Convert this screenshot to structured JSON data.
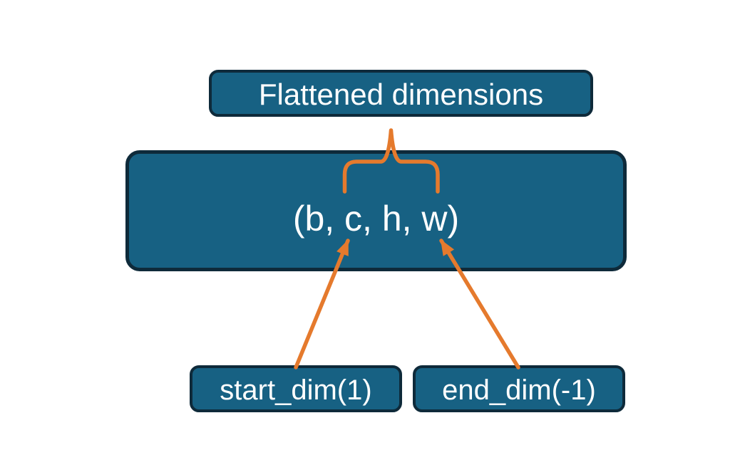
{
  "diagram": {
    "nodes": {
      "flattened": {
        "label": "Flattened dimensions"
      },
      "tensor": {
        "label": "(b, c, h, w)"
      },
      "start_dim": {
        "label": "start_dim(1)"
      },
      "end_dim": {
        "label": "end_dim(-1)"
      }
    },
    "connectors": {
      "brace": {
        "type": "overbrace",
        "spans": "c, h, w",
        "points_to": "Flattened dimensions"
      },
      "start_arrow": {
        "type": "arrow",
        "from": "start_dim(1)",
        "to": "c"
      },
      "end_arrow": {
        "type": "arrow",
        "from": "end_dim(-1)",
        "to": "w"
      }
    },
    "colors": {
      "node_fill": "#176183",
      "node_border": "#0e2a3a",
      "accent_orange": "#e57a2d",
      "text_color": "#ffffff",
      "background": "#ffffff"
    }
  }
}
